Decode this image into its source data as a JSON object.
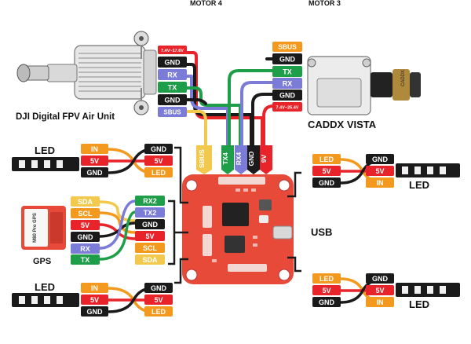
{
  "labels": {
    "motor4": "MOTOR 4",
    "motor3": "MOTOR 3",
    "dji": "DJI Digital FPV Air Unit",
    "caddx": "CADDX VISTA",
    "usb": "USB",
    "gps": "GPS",
    "gps_module": "M80 Pro GPS",
    "led": "LED",
    "caddx_lens": "CADDX"
  },
  "colors": {
    "red": "#e8232a",
    "black": "#1a1a1a",
    "green": "#1f9e4a",
    "blue": "#7b7bd8",
    "yellow": "#f2c94c",
    "orange": "#f39a1e",
    "board": "#e84a3a"
  },
  "dji_pins": [
    "7.4V~17.6V",
    "GND",
    "RX",
    "TX",
    "GND",
    "SBUS"
  ],
  "caddx_pins": [
    "SBUS",
    "GND",
    "TX",
    "RX",
    "GND",
    "7.4V~25.4V"
  ],
  "fc_top_pins": [
    "SBUS",
    "TX4",
    "RX4",
    "GND",
    "9V"
  ],
  "gps_pins_left": [
    "SDA",
    "SCL",
    "5V",
    "GND",
    "RX",
    "TX"
  ],
  "gps_pins_right": [
    "RX2",
    "TX2",
    "GND",
    "5V",
    "SCL",
    "SDA"
  ],
  "led_top_left": {
    "left": [
      "IN",
      "5V",
      "GND"
    ],
    "right": [
      "GND",
      "5V",
      "LED"
    ]
  },
  "led_bottom_left": {
    "left": [
      "IN",
      "5V",
      "GND"
    ],
    "right": [
      "GND",
      "5V",
      "LED"
    ]
  },
  "led_top_right": {
    "left": [
      "LED",
      "5V",
      "GND"
    ],
    "right": [
      "GND",
      "5V",
      "IN"
    ]
  },
  "led_bottom_right": {
    "left": [
      "LED",
      "5V",
      "GND"
    ],
    "right": [
      "GND",
      "5V",
      "IN"
    ]
  }
}
